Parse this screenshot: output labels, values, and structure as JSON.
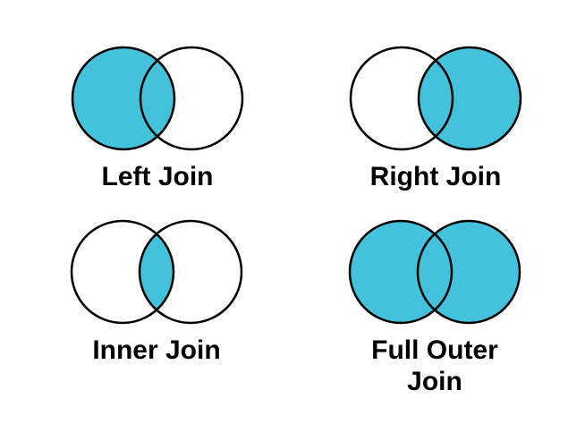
{
  "colors": {
    "fill": "#45C2DB",
    "stroke": "#000000",
    "background": "#FFFFFF"
  },
  "diagrams": [
    {
      "id": "left-join",
      "label": "Left Join",
      "left_circle_filled": true,
      "right_circle_filled": false,
      "intersection_filled": true
    },
    {
      "id": "right-join",
      "label": "Right Join",
      "left_circle_filled": false,
      "right_circle_filled": true,
      "intersection_filled": true
    },
    {
      "id": "inner-join",
      "label": "Inner Join",
      "left_circle_filled": false,
      "right_circle_filled": false,
      "intersection_filled": true
    },
    {
      "id": "full-outer-join",
      "label": "Full Outer Join",
      "left_circle_filled": true,
      "right_circle_filled": true,
      "intersection_filled": true
    }
  ]
}
